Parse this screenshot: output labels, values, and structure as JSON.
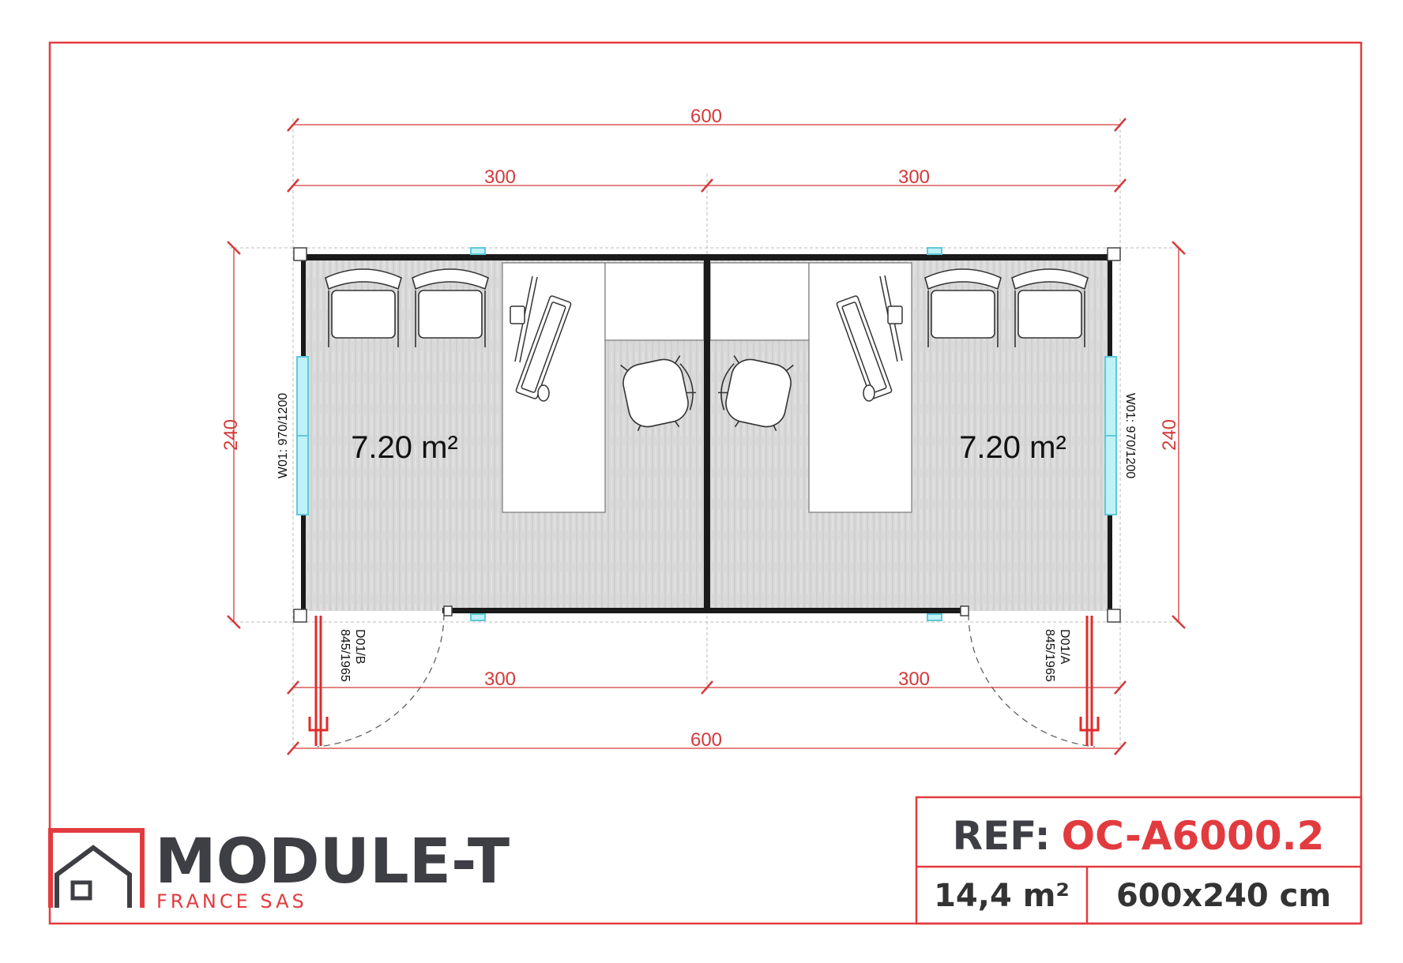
{
  "dimensions": {
    "top_total": "600",
    "top_left": "300",
    "top_right": "300",
    "bottom_left": "300",
    "bottom_right": "300",
    "bottom_total": "600",
    "left_height": "240",
    "right_height": "240"
  },
  "rooms": [
    {
      "area": "7.20 m²"
    },
    {
      "area": "7.20 m²"
    }
  ],
  "windows": {
    "left": "W01: 970/1200",
    "right": "W01: 970/1200"
  },
  "doors": {
    "left_code": "D01/B",
    "left_size": "845/1965",
    "right_code": "D01/A",
    "right_size": "845/1965"
  },
  "title_block": {
    "ref_label": "REF:",
    "ref_value": "OC-A6000.2",
    "area": "14,4 m²",
    "size": "600x240 cm"
  },
  "logo": {
    "name": "MODULE-T",
    "subtitle": "FRANCE SAS"
  },
  "colors": {
    "frame": "#e23b3f",
    "dimension": "#d33a3a",
    "wall": "#1a1a1a",
    "floor": "#d6d6d6",
    "window": "#7fd8e6",
    "logo_dark": "#3d3f44"
  }
}
